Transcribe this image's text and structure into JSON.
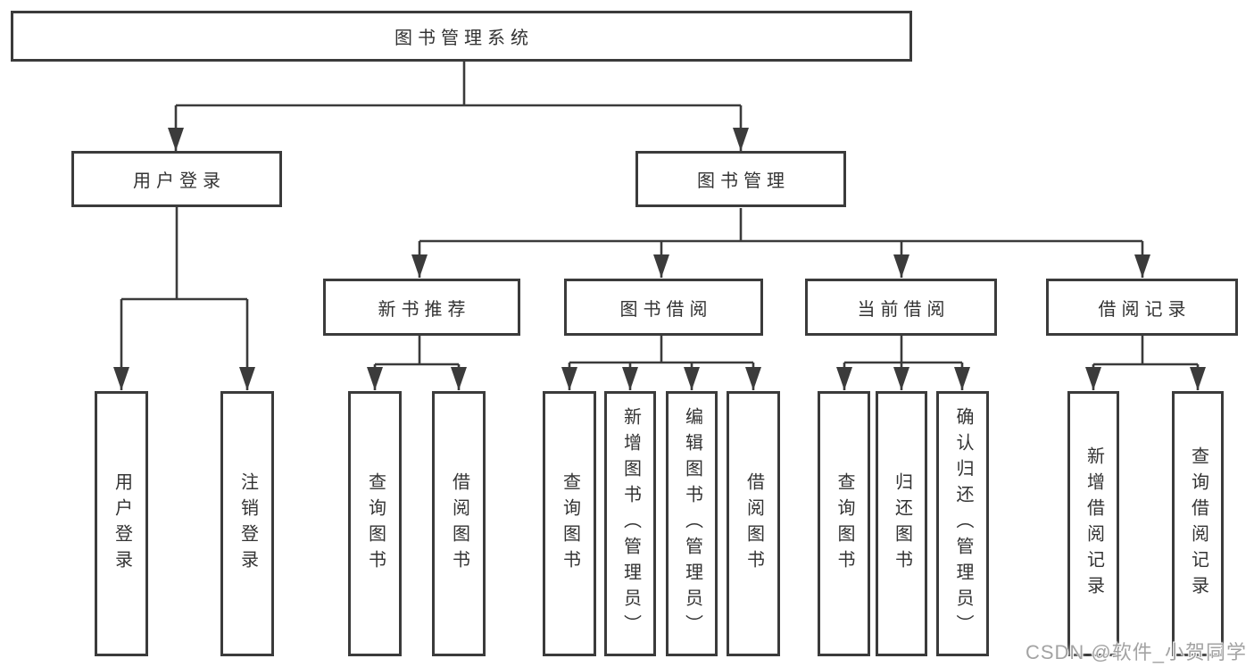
{
  "colors": {
    "line": "#3b3b3b",
    "box_border": "#3b3b3b",
    "text": "#333333",
    "watermark": "#a3a3a3",
    "background": "#ffffff"
  },
  "tree": {
    "root": {
      "label": "图书管理系统",
      "children": [
        {
          "label": "用户登录",
          "children": [
            {
              "label": "用户登录"
            },
            {
              "label": "注销登录"
            }
          ]
        },
        {
          "label": "图书管理",
          "children": [
            {
              "label": "新书推荐",
              "children": [
                {
                  "label": "查询图书"
                },
                {
                  "label": "借阅图书"
                }
              ]
            },
            {
              "label": "图书借阅",
              "children": [
                {
                  "label": "查询图书"
                },
                {
                  "label": "新增图书（管理员）"
                },
                {
                  "label": "编辑图书（管理员）"
                },
                {
                  "label": "借阅图书"
                }
              ]
            },
            {
              "label": "当前借阅",
              "children": [
                {
                  "label": "查询图书"
                },
                {
                  "label": "归还图书"
                },
                {
                  "label": "确认归还（管理员）"
                }
              ]
            },
            {
              "label": "借阅记录",
              "children": [
                {
                  "label": "新增借阅记录"
                },
                {
                  "label": "查询借阅记录"
                }
              ]
            }
          ]
        }
      ]
    }
  },
  "watermark": {
    "text": "CSDN @软件_小贺同学"
  }
}
